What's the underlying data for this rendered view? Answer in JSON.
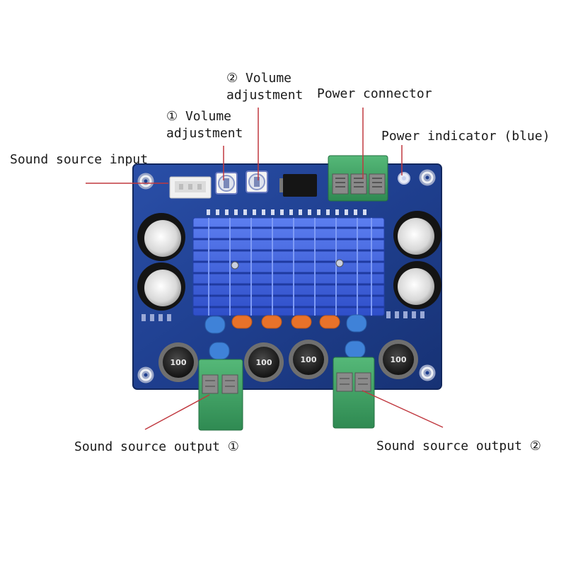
{
  "callouts": {
    "volume_1": {
      "line1": "① Volume",
      "line2": "adjustment"
    },
    "volume_2": {
      "line1": "② Volume",
      "line2": "adjustment"
    },
    "power_connector": "Power connector",
    "power_indicator": "Power indicator (blue)",
    "sound_input": "Sound source input",
    "sound_output_1": "Sound source output ①",
    "sound_output_2": "Sound source output ②"
  },
  "board": {
    "inductor_marking": "100",
    "colors": {
      "pcb": "#1f3f8f",
      "heatsink": "#3a5fe0",
      "terminal": "#3fa366",
      "callout_line": "#c0383f",
      "capacitor_orange": "#e8722a",
      "capacitor_blue": "#3f82d8"
    }
  }
}
